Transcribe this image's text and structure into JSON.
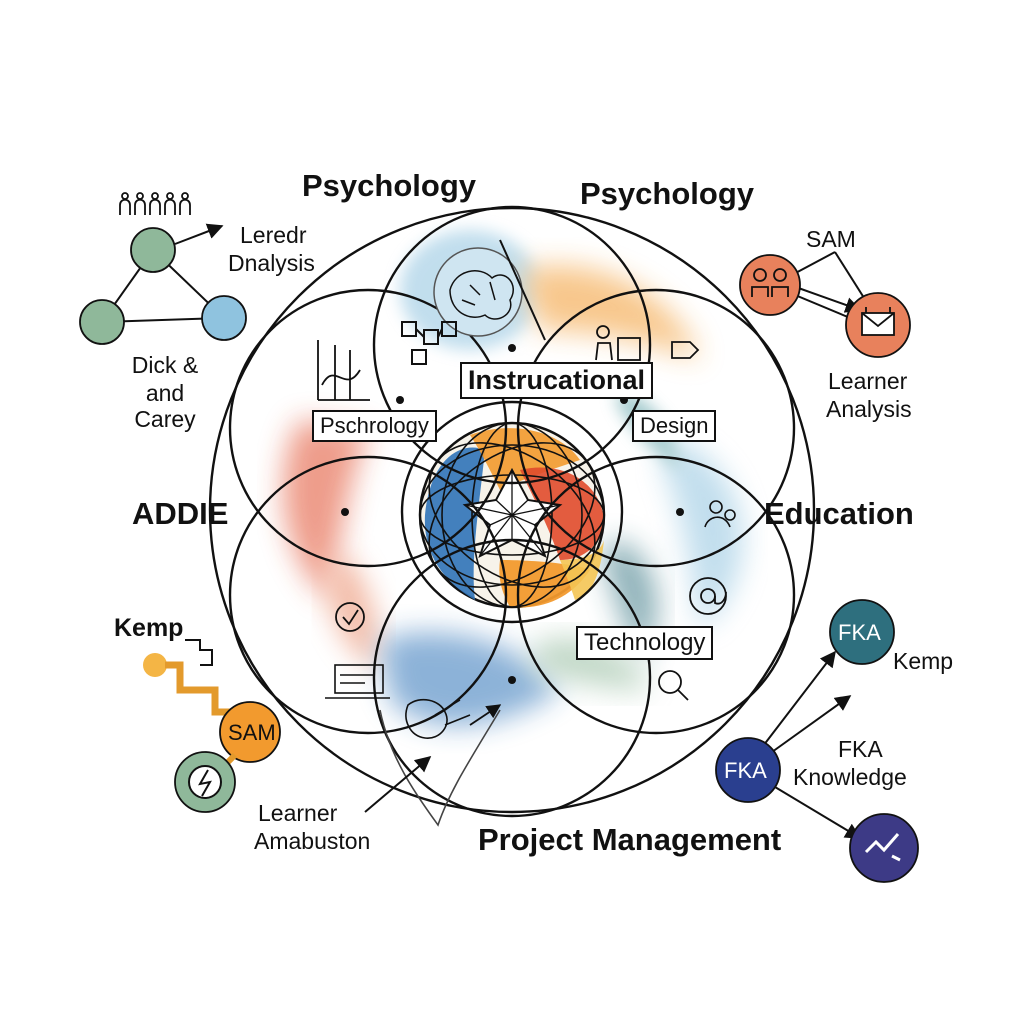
{
  "title": "",
  "labels": {
    "psychology_left": "Psychology",
    "psychology_right": "Psychology",
    "leredr_line1": "Leredr",
    "leredr_line2": "Dnalysis",
    "dick_line1": "Dick &",
    "dick_line2": "and",
    "dick_line3": "Carey",
    "sam_top": "SAM",
    "learner_analysis_line1": "Learner",
    "learner_analysis_line2": "Analysis",
    "addie": "ADDIE",
    "education": "Education",
    "kemp_left": "Kemp",
    "sam_bottom": "SAM",
    "fka_top": "FKA",
    "kemp_right": "Kemp",
    "fka_bottom": "FKA",
    "fka_knowledge_line1": "FKA",
    "fka_knowledge_line2": "Knowledge",
    "learner_amabuston_line1": "Learner",
    "learner_amabuston_line2": "Amabuston",
    "project_management": "Project Management"
  },
  "boxes": {
    "instructional": "Instrucational",
    "pschrology": "Pschrology",
    "design": "Design",
    "technology": "Technology"
  },
  "colors": {
    "red": "#e04b2c",
    "orange": "#f29a2e",
    "blue": "#2f73b8",
    "light_blue": "#8fc3df",
    "green": "#8fb89a",
    "teal": "#2e6f7e",
    "navy": "#2a3f8f",
    "purple": "#3d3a86",
    "salmon": "#e8815c",
    "ink": "#111111"
  }
}
